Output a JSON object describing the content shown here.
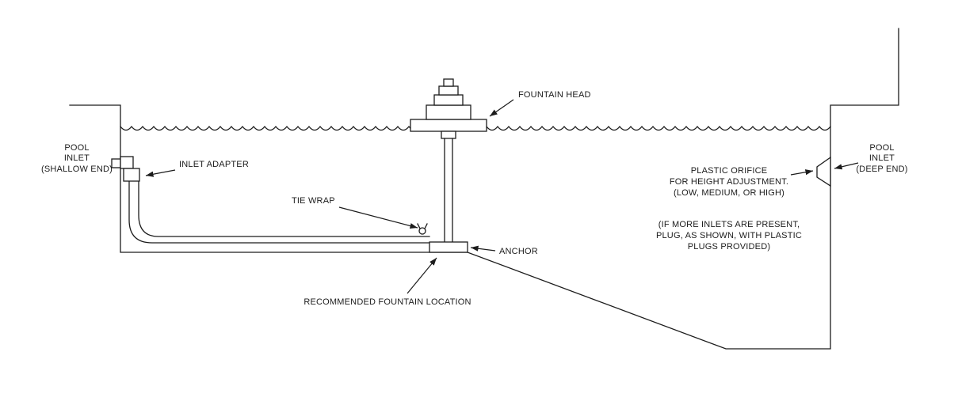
{
  "diagram": {
    "labels": {
      "pool_inlet_shallow": [
        "POOL",
        "INLET",
        "(SHALLOW END)"
      ],
      "inlet_adapter": "INLET ADAPTER",
      "tie_wrap": "TIE WRAP",
      "fountain_head": "FOUNTAIN HEAD",
      "anchor": "ANCHOR",
      "recommended_location": "RECOMMENDED FOUNTAIN LOCATION",
      "plastic_orifice": [
        "PLASTIC ORIFICE",
        "FOR HEIGHT ADJUSTMENT.",
        "(LOW, MEDIUM, OR HIGH)"
      ],
      "plug_note": [
        "(IF MORE INLETS ARE PRESENT,",
        "PLUG, AS SHOWN, WITH PLASTIC",
        "PLUGS PROVIDED)"
      ],
      "pool_inlet_deep": [
        "POOL",
        "INLET",
        "(DEEP END)"
      ]
    },
    "colors": {
      "line": "#1c1c1c",
      "background": "#ffffff"
    }
  }
}
